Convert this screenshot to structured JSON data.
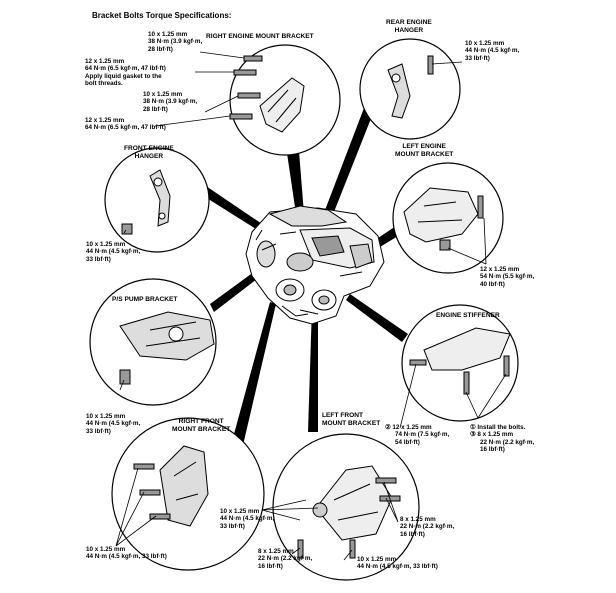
{
  "title": "Bracket Bolts Torque Specifications:",
  "sections": {
    "right_engine_mount_bracket": {
      "label": "RIGHT ENGINE MOUNT BRACKET",
      "specs": [
        [
          "10 x 1.25 mm",
          "38 N·m (3.9 kgf·m,",
          "28 lbf·ft)"
        ],
        [
          "12 x 1.25 mm",
          "64 N·m (6.5 kgf·m, 47 lbf·ft)",
          "Apply liquid gasket to the",
          "bolt threads."
        ],
        [
          "10 x 1.25 mm",
          "38 N·m (3.9 kgf·m,",
          "28 lbf·ft)"
        ],
        [
          "12 x 1.25 mm",
          "64 N·m (6.5 kgf·m, 47 lbf·ft)"
        ]
      ]
    },
    "rear_engine_hanger": {
      "label": [
        "REAR ENGINE",
        "HANGER"
      ],
      "specs": [
        [
          "10 x 1.25 mm",
          "44 N·m (4.5 kgf·m,",
          "33 lbf·ft)"
        ]
      ]
    },
    "front_engine_hanger": {
      "label": [
        "FRONT ENGINE",
        "HANGER"
      ],
      "specs": [
        [
          "10 x 1.25 mm",
          "44 N·m (4.5 kgf·m,",
          "33 lbf·ft)"
        ]
      ]
    },
    "left_engine_mount_bracket": {
      "label": [
        "LEFT ENGINE",
        "MOUNT BRACKET"
      ],
      "specs": [
        [
          "12 x 1.25 mm",
          "54 N·m (5.5 kgf·m,",
          "40 lbf·ft)"
        ]
      ]
    },
    "ps_pump_bracket": {
      "label": "P/S PUMP BRACKET",
      "specs": [
        [
          "10 x 1.25 mm",
          "44 N·m (4.5 kgf·m,",
          "33 lbf·ft)"
        ]
      ]
    },
    "engine_stiffener": {
      "label": "ENGINE STIFFENER",
      "specs": [
        [
          "② 12 x 1.25 mm",
          "74 N·m (7.5 kgf·m,",
          "54 lbf·ft)"
        ],
        [
          "① Install the bolts.",
          "③ 8 x 1.25 mm",
          "22 N·m (2.2 kgf·m,",
          "16 lbf·ft)"
        ]
      ]
    },
    "right_front_mount_bracket": {
      "label": [
        "RIGHT FRONT",
        "MOUNT BRACKET"
      ],
      "specs": [
        [
          "10 x 1.25 mm",
          "44 N·m (4.5 kgf·m, 33 lbf·ft)"
        ]
      ]
    },
    "left_front_mount_bracket": {
      "label": [
        "LEFT FRONT",
        "MOUNT BRACKET"
      ],
      "specs": [
        [
          "10 x 1.25 mm",
          "44 N·m (4.5 kgf·m,",
          "33 lbf·ft)"
        ],
        [
          "8 x 1.25 mm",
          "22 N·m (2.2 kgf·m,",
          "16 lbf·ft)"
        ],
        [
          "8 x 1.25 mm",
          "22 N·m (2.2 kgf·m,",
          "16 lbf·ft)"
        ],
        [
          "10 x 1.25 mm",
          "44 N·m (4.5 kgf·m, 33 lbf·ft)"
        ]
      ]
    }
  }
}
